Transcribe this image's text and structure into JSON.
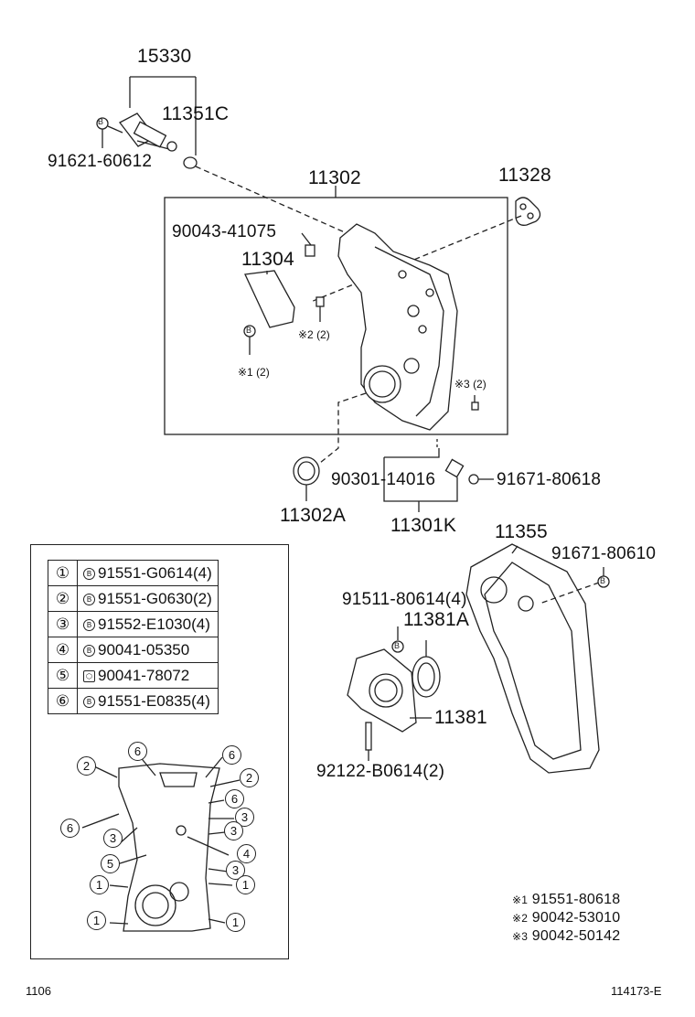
{
  "labels": {
    "p15330": "15330",
    "p11351C": "11351C",
    "p91621": "91621-60612",
    "p11302": "11302",
    "p11328": "11328",
    "p90043": "90043-41075",
    "p11304": "11304",
    "p_note2": "※2 (2)",
    "p_note1": "※1 (2)",
    "p_note3": "※3 (2)",
    "p90301": "90301-14016",
    "p91671a": "91671-80618",
    "p11302A": "11302A",
    "p11301K": "11301K",
    "p11355": "11355",
    "p91671b": "91671-80610",
    "p91511": "91511-80614(4)",
    "p11381A": "11381A",
    "p11381": "11381",
    "p92122": "92122-B0614(2)"
  },
  "legend": [
    {
      "num": "①",
      "part": "91551-G0614(4)"
    },
    {
      "num": "②",
      "part": "91551-G0630(2)"
    },
    {
      "num": "③",
      "part": "91552-E1030(4)"
    },
    {
      "num": "④",
      "part": "90041-05350"
    },
    {
      "num": "⑤",
      "part": "90041-78072"
    },
    {
      "num": "⑥",
      "part": "91551-E0835(4)"
    }
  ],
  "footnotes": [
    {
      "mark": "※1",
      "part": "91551-80618"
    },
    {
      "mark": "※2",
      "part": "90042-53010"
    },
    {
      "mark": "※3",
      "part": "90042-50142"
    }
  ],
  "bottom_left": "1106",
  "bottom_right": "114173-E",
  "b_marker": "B",
  "callouts": [
    "6",
    "6",
    "2",
    "2",
    "6",
    "6",
    "3",
    "3",
    "3",
    "5",
    "4",
    "1",
    "3",
    "1",
    "1",
    "1"
  ]
}
